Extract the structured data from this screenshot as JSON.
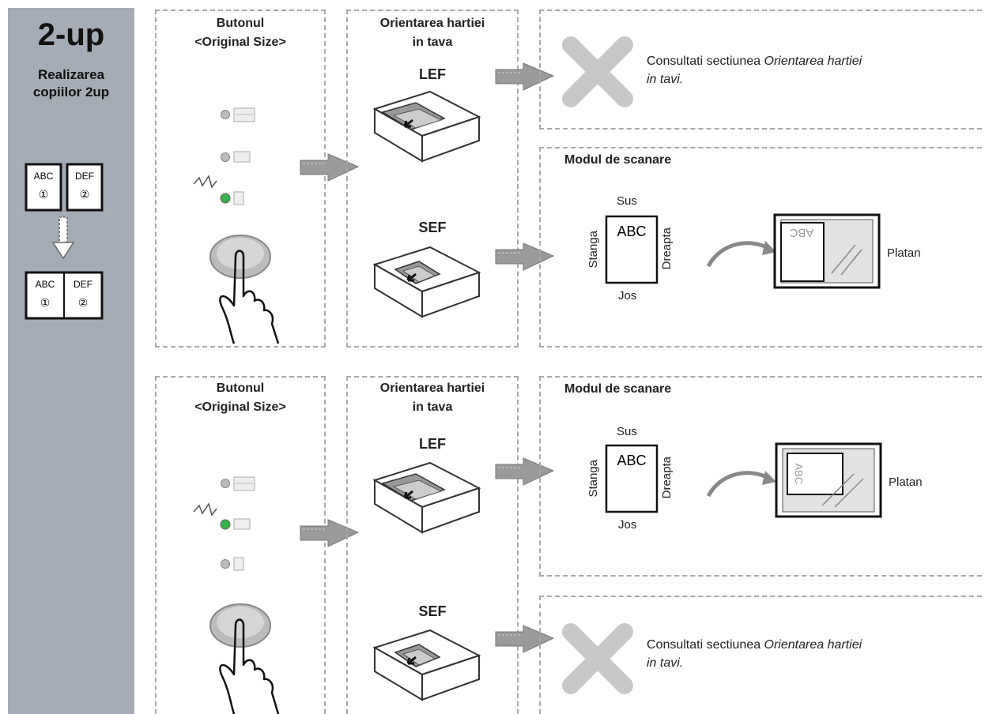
{
  "sidebar": {
    "title": "2-up",
    "subtitle_line1": "Realizarea",
    "subtitle_line2": "copiilor 2up",
    "top_pages": [
      {
        "text": "ABC",
        "num": "①"
      },
      {
        "text": "DEF",
        "num": "②"
      }
    ],
    "bottom_pages": [
      {
        "text": "ABC",
        "num": "①"
      },
      {
        "text": "DEF",
        "num": "②"
      }
    ]
  },
  "button_panel": {
    "title_line1": "Butonul",
    "title_line2": "<Original Size>"
  },
  "tray_panel": {
    "title_line1": "Orientarea hartiei",
    "title_line2": "in tava",
    "lef": "LEF",
    "sef": "SEF"
  },
  "error_box": {
    "text_plain": "Consultati sectiunea ",
    "text_italic": "Orientarea hartiei",
    "text_italic2": "in tavi."
  },
  "scan_mode": {
    "title": "Modul de scanare",
    "top": "Sus",
    "bottom": "Jos",
    "left": "Stanga",
    "right": "Dreapta",
    "doc_text": "ABC",
    "platen_label": "Platan",
    "platen_text": "ABC"
  },
  "colors": {
    "sidebar_bg": "#a6acb6",
    "led_active": "#36b24a",
    "arrow_gray": "#9a9a9a",
    "cross_gray": "#c8c8c8"
  }
}
